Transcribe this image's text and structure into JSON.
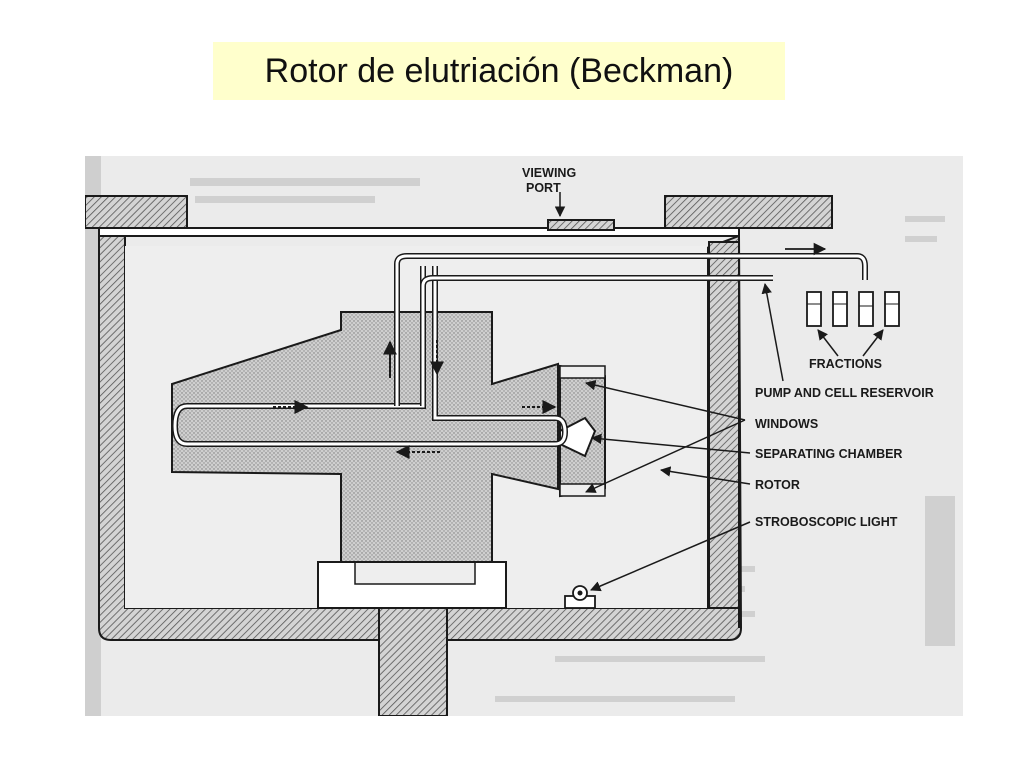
{
  "slide": {
    "title": "Rotor de elutriación (Beckman)"
  },
  "diagram": {
    "labels": {
      "viewing_port_line1": "VIEWING",
      "viewing_port_line2": "PORT",
      "fractions": "FRACTIONS",
      "pump_and_cell_reservoir": "PUMP AND CELL RESERVOIR",
      "windows": "WINDOWS",
      "separating_chamber": "SEPARATING CHAMBER",
      "rotor": "ROTOR",
      "stroboscopic_light": "STROBOSCOPIC LIGHT"
    },
    "colors": {
      "title_background": "#ffffcc",
      "scan_background": "#ebebeb",
      "ink": "#1a1a1a",
      "hatch_fill": "#b8b8b8",
      "rotor_stipple": "#c9c9c9"
    }
  }
}
